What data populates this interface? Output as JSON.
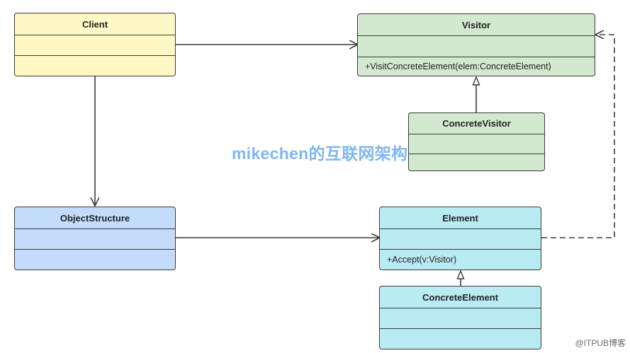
{
  "classes": {
    "client": {
      "name": "Client",
      "member": ""
    },
    "visitor": {
      "name": "Visitor",
      "member": "+VisitConcreteElement(elem:ConcreteElement)"
    },
    "concrete_visitor": {
      "name": "ConcreteVisitor",
      "member": ""
    },
    "object_structure": {
      "name": "ObjectStructure",
      "member": ""
    },
    "element": {
      "name": "Element",
      "member": "+Accept(v:Visitor)"
    },
    "concrete_element": {
      "name": "ConcreteElement",
      "member": ""
    }
  },
  "colors": {
    "client": "#fdf8c4",
    "visitor": "#d3e9cf",
    "object_structure": "#c4dcfb",
    "element": "#b9ebf3",
    "line": "#3a3a3a"
  },
  "relations": [
    {
      "from": "Client",
      "to": "Visitor",
      "kind": "association"
    },
    {
      "from": "Client",
      "to": "ObjectStructure",
      "kind": "association"
    },
    {
      "from": "ObjectStructure",
      "to": "Element",
      "kind": "association"
    },
    {
      "from": "ConcreteVisitor",
      "to": "Visitor",
      "kind": "inheritance"
    },
    {
      "from": "ConcreteElement",
      "to": "Element",
      "kind": "inheritance"
    },
    {
      "from": "Element",
      "to": "Visitor",
      "kind": "dependency"
    }
  ],
  "watermark": "mikechen的互联网架构",
  "credit": "@ITPUB博客"
}
